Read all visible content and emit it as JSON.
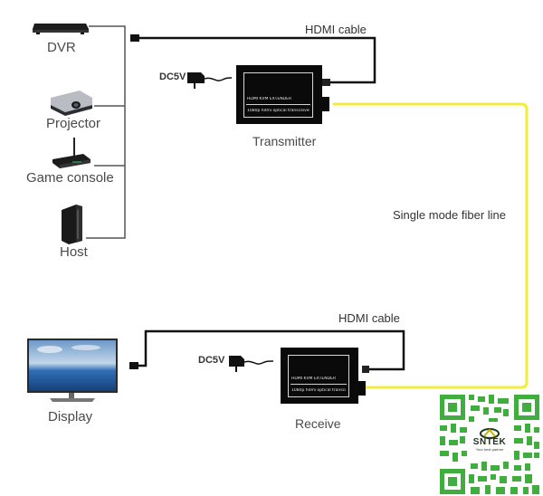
{
  "sources": [
    {
      "id": "dvr",
      "label": "DVR",
      "icon": "dvr-icon"
    },
    {
      "id": "projector",
      "label": "Projector",
      "icon": "projector-icon"
    },
    {
      "id": "game-console",
      "label": "Game console",
      "icon": "game-console-icon"
    },
    {
      "id": "host",
      "label": "Host",
      "icon": "desktop-pc-icon"
    }
  ],
  "transmitter": {
    "label": "Transmitter",
    "panel_line1": "HDMI KVM EXTENDER",
    "panel_line2": "1080p hdmi optical transceiver",
    "power_label": "DC5V"
  },
  "receiver": {
    "label": "Receive",
    "panel_line1": "HDMI KVM EXTENDER",
    "panel_line2": "1080p hdmi optical transceiver",
    "power_label": "DC5V"
  },
  "display": {
    "label": "Display",
    "icon": "tv-display-icon"
  },
  "cables": {
    "top_hdmi": "HDMI cable",
    "bottom_hdmi": "HDMI cable",
    "fiber": "Single mode fiber line"
  },
  "colors": {
    "fiber": "#f2ec3c",
    "cable": "#111111",
    "bus": "#555555",
    "qr": "#3fae3f"
  },
  "qr_badge": {
    "brand": "SNTEK",
    "tagline": "Your best partner"
  }
}
